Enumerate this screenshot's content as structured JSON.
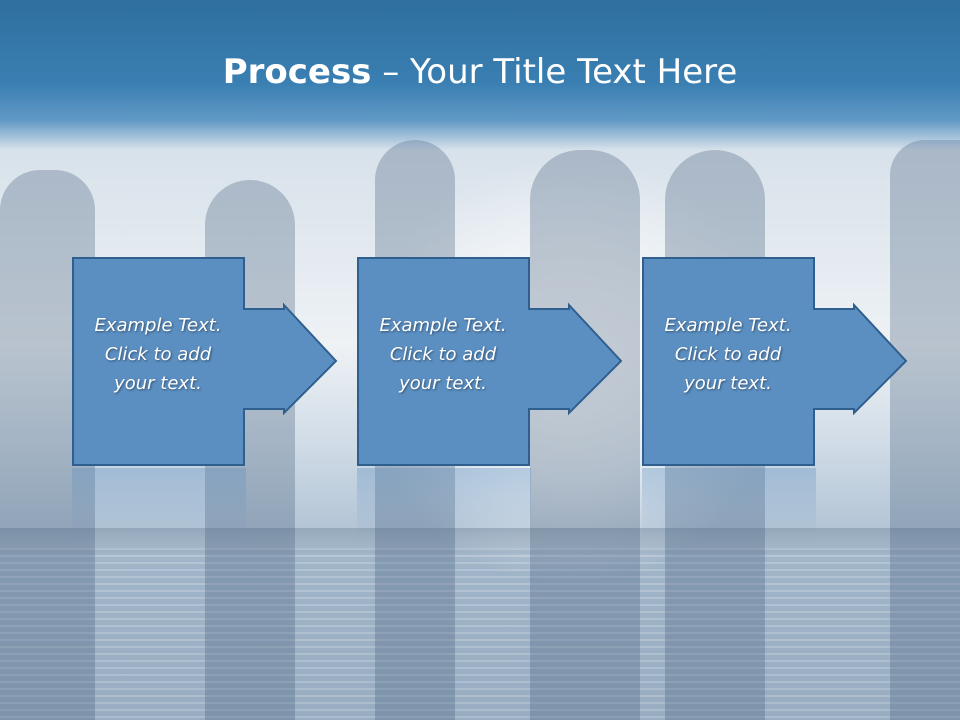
{
  "slide": {
    "title_bold": "Process",
    "title_rest": " – Your Title Text Here"
  },
  "steps": [
    {
      "line1": "Example Text.",
      "line2": "Click  to add",
      "line3": "your text."
    },
    {
      "line1": "Example Text.",
      "line2": "Click  to add",
      "line3": "your text."
    },
    {
      "line1": "Example Text.",
      "line2": "Click  to add",
      "line3": "your text."
    }
  ],
  "colors": {
    "header": "#3a7fb2",
    "shape_fill": "#5b8fc2",
    "shape_stroke": "#2f5f8e",
    "text": "#ffffff"
  }
}
